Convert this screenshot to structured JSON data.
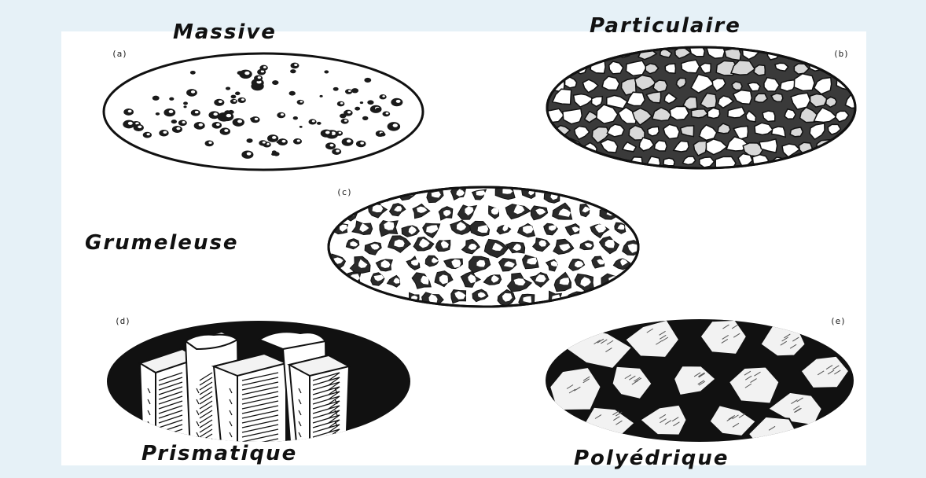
{
  "figure": {
    "panels": [
      {
        "id": "a",
        "letter": "(a)",
        "name": "Massive",
        "fill": "#ffffff"
      },
      {
        "id": "b",
        "letter": "(b)",
        "name": "Particulaire",
        "fill": "#ffffff"
      },
      {
        "id": "c",
        "letter": "(c)",
        "name": "Grumeleuse",
        "fill": "#ffffff"
      },
      {
        "id": "d",
        "letter": "(d)",
        "name": "Prismatique",
        "fill": "#111111"
      },
      {
        "id": "e",
        "letter": "(e)",
        "name": "Polyédrique",
        "fill": "#111111"
      }
    ]
  },
  "colors": {
    "background": "#e6f1f7",
    "paper": "#ffffff",
    "ink": "#111111"
  }
}
